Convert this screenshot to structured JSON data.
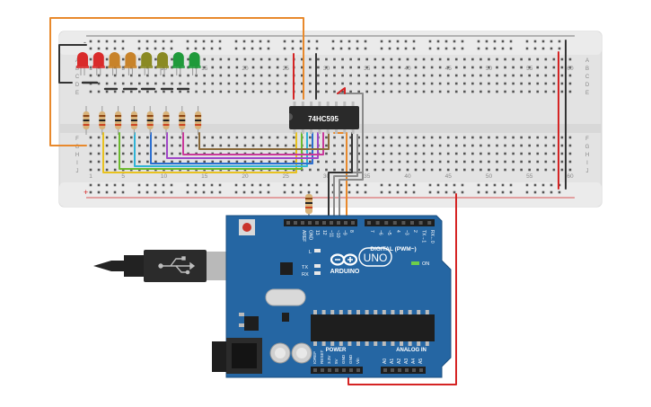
{
  "breadboard": {
    "column_numbers": [
      "1",
      "5",
      "10",
      "15",
      "20",
      "25",
      "30",
      "35",
      "40",
      "45",
      "50",
      "55",
      "60"
    ],
    "row_letters_top": [
      "A",
      "B",
      "C",
      "D",
      "E"
    ],
    "row_letters_bottom": [
      "F",
      "G",
      "H",
      "I",
      "J"
    ],
    "rail_plus": "+",
    "rail_minus": "-"
  },
  "chip": {
    "label": "74HC595"
  },
  "leds": {
    "colors": [
      "#d92b2b",
      "#d92b2b",
      "#c8832a",
      "#c8832a",
      "#8a8a23",
      "#8a8a23",
      "#1f9a3a",
      "#1f9a3a"
    ]
  },
  "wire_colors": {
    "orange": "#e8892c",
    "black": "#333333",
    "red": "#d52424",
    "yellow": "#e8c21f",
    "green": "#6dbb2e",
    "cyan": "#2fb3d6",
    "blue": "#2c6fd1",
    "purple": "#a047c8",
    "magenta": "#c9389b",
    "brown": "#8a6a3a",
    "gray": "#8a8a8a"
  },
  "arduino": {
    "board_color": "#2566a3",
    "logo_text": "ARDUINO",
    "uno_text": "UNO",
    "on_label": "ON",
    "digital_label": "DIGITAL (PWM~)",
    "power_label": "POWER",
    "analog_label": "ANALOG IN",
    "l_label": "L",
    "tx_label": "TX",
    "rx_label": "RX",
    "top_pins": [
      "AREF",
      "GND",
      "13",
      "12",
      "~11",
      "~10",
      "~9",
      "8",
      "7",
      "~6",
      "~5",
      "4",
      "~3",
      "2",
      "TX→1",
      "RX←0"
    ],
    "power_pins": [
      "IOREF",
      "RESET",
      "3.3V",
      "5V",
      "GND",
      "GND",
      "Vin"
    ],
    "analog_pins": [
      "A0",
      "A1",
      "A2",
      "A3",
      "A4",
      "A5"
    ]
  }
}
